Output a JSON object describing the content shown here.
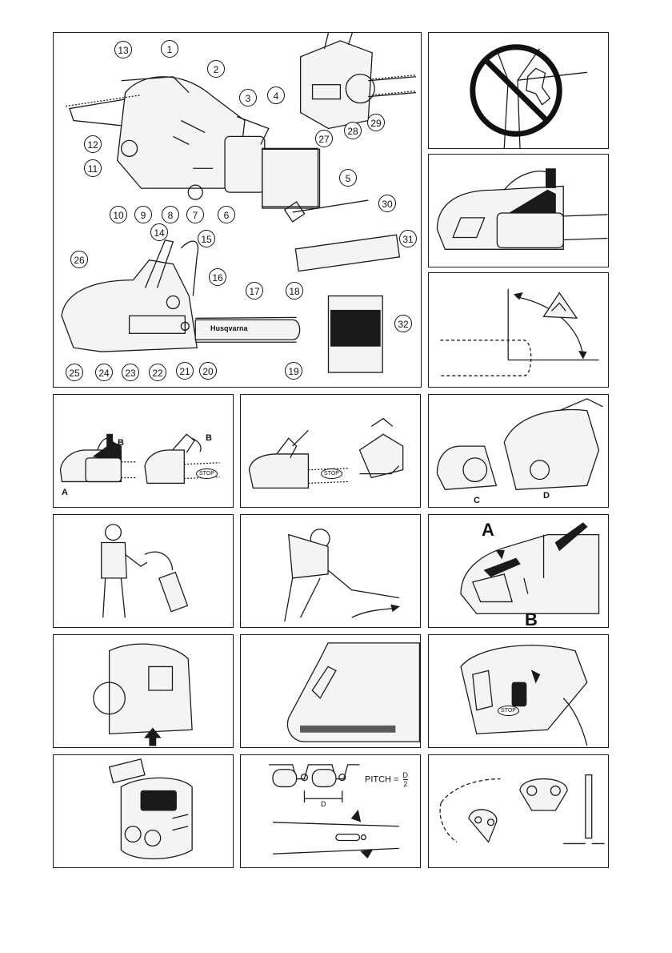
{
  "overview": {
    "callouts": [
      "1",
      "2",
      "3",
      "4",
      "5",
      "6",
      "7",
      "8",
      "9",
      "10",
      "11",
      "12",
      "13",
      "14",
      "15",
      "16",
      "17",
      "18",
      "19",
      "20",
      "21",
      "22",
      "23",
      "24",
      "25",
      "26",
      "27",
      "28",
      "29",
      "30",
      "31",
      "32"
    ],
    "brand": "Husqvarna"
  },
  "panels": {
    "chain_brake_ab": {
      "label_a": "A",
      "label_b_left": "B",
      "label_b_right": "B",
      "stop_text": "STOP"
    },
    "chain_brake_activate": {
      "stop_text": "STOP"
    },
    "clutch_cover_cd": {
      "label_c": "C",
      "label_d": "D"
    },
    "kickback_zone_ab": {
      "label_a": "A",
      "label_b": "B"
    },
    "stop_switch": {
      "stop_text": "STOP"
    },
    "chain_pitch": {
      "formula_text": "PITCH =",
      "numerator": "D",
      "denominator": "2",
      "dimension_label": "D"
    }
  }
}
